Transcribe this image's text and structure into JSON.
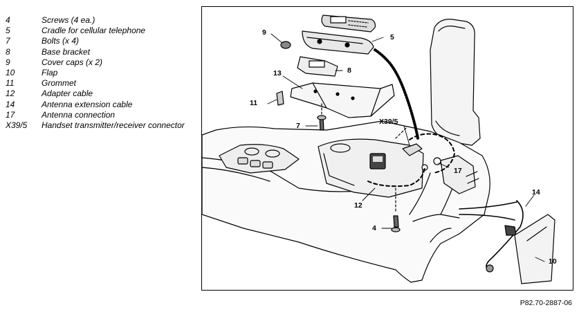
{
  "legend": [
    {
      "num": "4",
      "desc": "Screws (4 ea.)"
    },
    {
      "num": "5",
      "desc": "Cradle for cellular telephone"
    },
    {
      "num": "7",
      "desc": "Bolts (x 4)"
    },
    {
      "num": "8",
      "desc": "Base bracket"
    },
    {
      "num": "9",
      "desc": "Cover caps (x 2)"
    },
    {
      "num": "10",
      "desc": "Flap"
    },
    {
      "num": "11",
      "desc": "Grommet"
    },
    {
      "num": "12",
      "desc": "Adapter cable"
    },
    {
      "num": "14",
      "desc": "Antenna extension cable"
    },
    {
      "num": "17",
      "desc": "Antenna connection"
    },
    {
      "num": "X39/5",
      "desc": "Handset transmitter/receiver connector"
    }
  ],
  "diagram": {
    "callouts": {
      "c9": "9",
      "c5": "5",
      "c13": "13",
      "c8": "8",
      "c11": "11",
      "c7": "7",
      "cX39": "X39/5",
      "c17": "17",
      "c14": "14",
      "c12": "12",
      "c4": "4",
      "c10": "10"
    },
    "reference_code": "P82.70-2887-06"
  }
}
